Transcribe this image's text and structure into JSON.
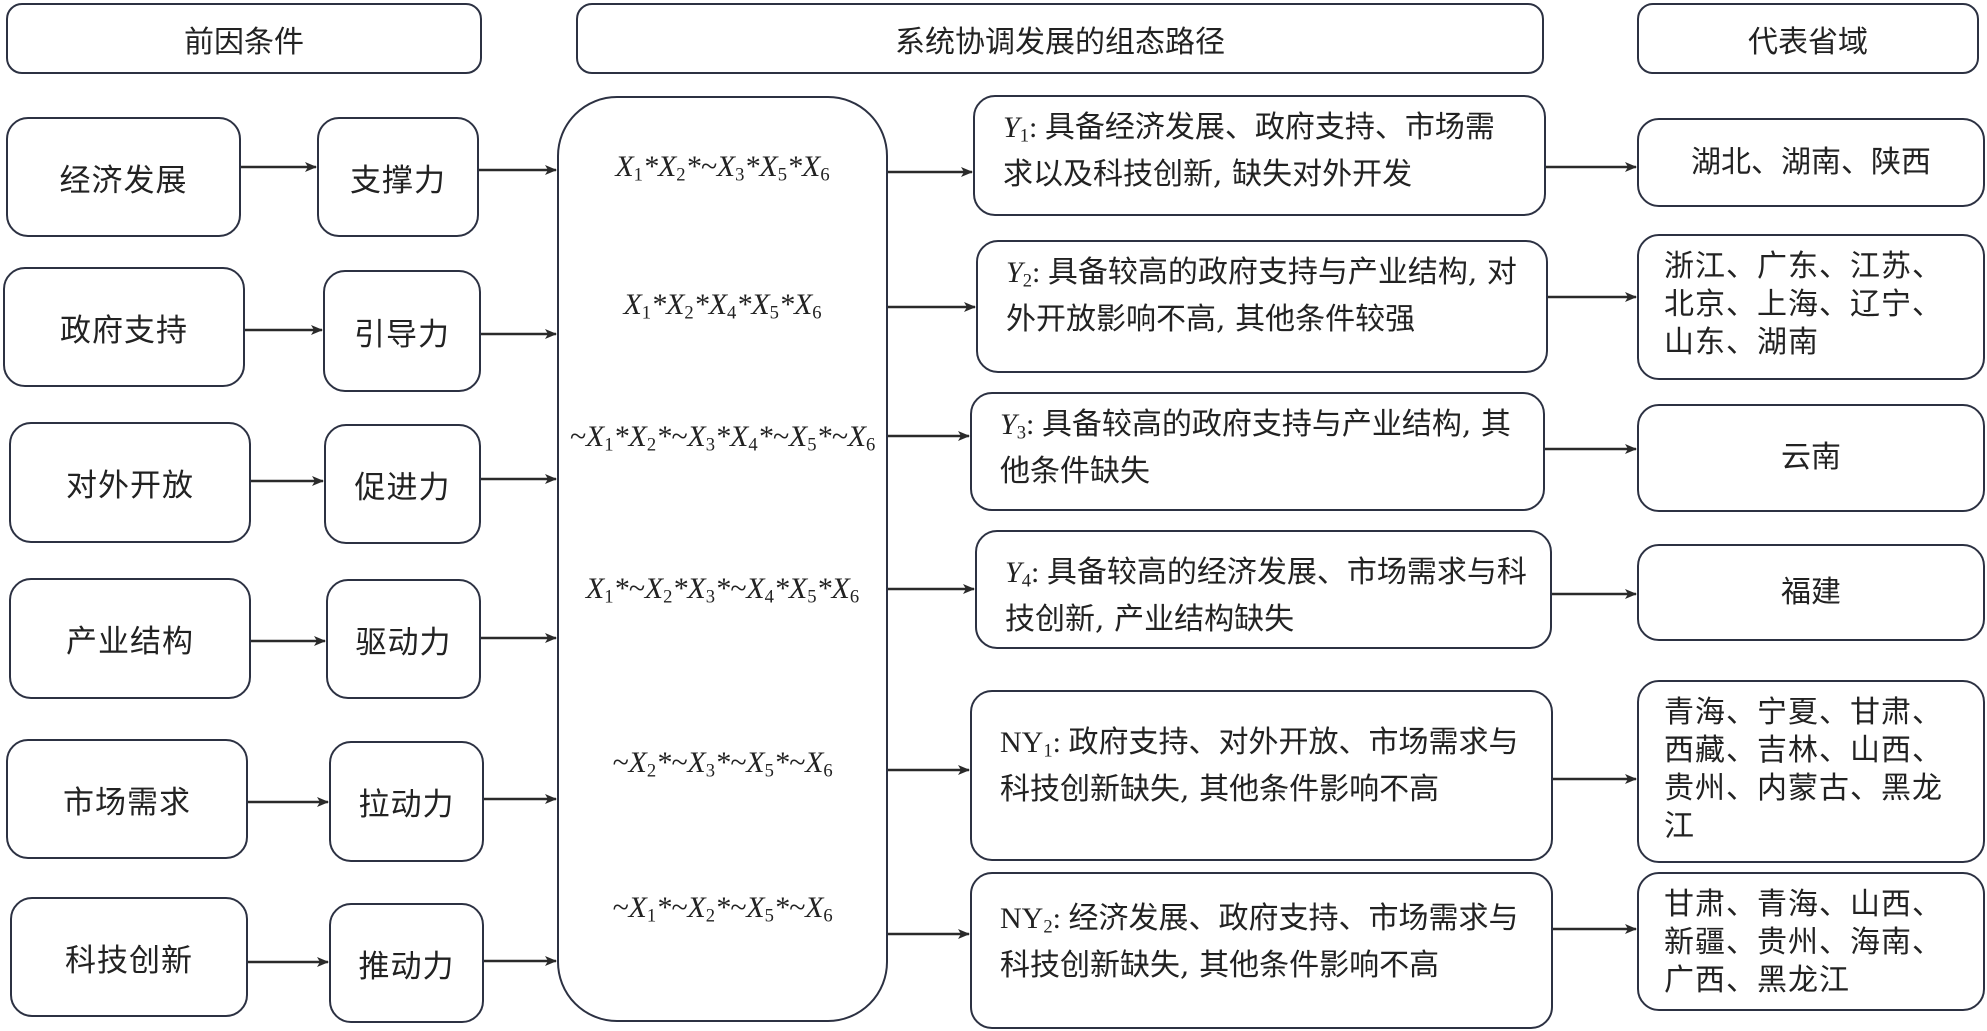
{
  "headers": {
    "conditions": "前因条件",
    "paths": "系统协调发展的组态路径",
    "provinces": "代表省域"
  },
  "conditions": [
    {
      "name": "经济发展",
      "force": "支撑力"
    },
    {
      "name": "政府支持",
      "force": "引导力"
    },
    {
      "name": "对外开放",
      "force": "促进力"
    },
    {
      "name": "产业结构",
      "force": "驱动力"
    },
    {
      "name": "市场需求",
      "force": "拉动力"
    },
    {
      "name": "科技创新",
      "force": "推动力"
    }
  ],
  "configurations": [
    {
      "formula": [
        {
          "neg": false,
          "x": "1"
        },
        {
          "neg": false,
          "x": "2"
        },
        {
          "neg": true,
          "x": "3"
        },
        {
          "neg": false,
          "x": "5"
        },
        {
          "neg": false,
          "x": "6"
        }
      ],
      "label": "Y",
      "label_italic": true,
      "sub": "1",
      "description": "具备经济发展、政府支持、市场需求以及科技创新, 缺失对外开发",
      "provinces": "湖北、湖南、陕西"
    },
    {
      "formula": [
        {
          "neg": false,
          "x": "1"
        },
        {
          "neg": false,
          "x": "2"
        },
        {
          "neg": false,
          "x": "4"
        },
        {
          "neg": false,
          "x": "5"
        },
        {
          "neg": false,
          "x": "6"
        }
      ],
      "label": "Y",
      "label_italic": true,
      "sub": "2",
      "description": "具备较高的政府支持与产业结构, 对外开放影响不高, 其他条件较强",
      "provinces": "浙江、广东、江苏、北京、上海、辽宁、山东、湖南"
    },
    {
      "formula": [
        {
          "neg": true,
          "x": "1"
        },
        {
          "neg": false,
          "x": "2"
        },
        {
          "neg": true,
          "x": "3"
        },
        {
          "neg": false,
          "x": "4"
        },
        {
          "neg": true,
          "x": "5"
        },
        {
          "neg": true,
          "x": "6"
        }
      ],
      "label": "Y",
      "label_italic": true,
      "sub": "3",
      "description": "具备较高的政府支持与产业结构, 其他条件缺失",
      "provinces": "云南"
    },
    {
      "formula": [
        {
          "neg": false,
          "x": "1"
        },
        {
          "neg": true,
          "x": "2"
        },
        {
          "neg": false,
          "x": "3"
        },
        {
          "neg": true,
          "x": "4"
        },
        {
          "neg": false,
          "x": "5"
        },
        {
          "neg": false,
          "x": "6"
        }
      ],
      "label": "Y",
      "label_italic": true,
      "sub": "4",
      "description": "具备较高的经济发展、市场需求与科技创新, 产业结构缺失",
      "provinces": "福建"
    },
    {
      "formula": [
        {
          "neg": true,
          "x": "2"
        },
        {
          "neg": true,
          "x": "3"
        },
        {
          "neg": true,
          "x": "5"
        },
        {
          "neg": true,
          "x": "6"
        }
      ],
      "label": "NY",
      "label_italic": false,
      "sub": "1",
      "description": "政府支持、对外开放、市场需求与科技创新缺失, 其他条件影响不高",
      "provinces": "青海、宁夏、甘肃、西藏、吉林、山西、贵州、内蒙古、黑龙江"
    },
    {
      "formula": [
        {
          "neg": true,
          "x": "1"
        },
        {
          "neg": true,
          "x": "2"
        },
        {
          "neg": true,
          "x": "5"
        },
        {
          "neg": true,
          "x": "6"
        }
      ],
      "label": "NY",
      "label_italic": false,
      "sub": "2",
      "description": "经济发展、政府支持、市场需求与科技创新缺失, 其他条件影响不高",
      "provinces": "甘肃、青海、山西、新疆、贵州、海南、广西、黑龙江"
    }
  ],
  "colors": {
    "border": "#2c3142",
    "text": "#222222",
    "arrow": "#2a2a2a"
  }
}
